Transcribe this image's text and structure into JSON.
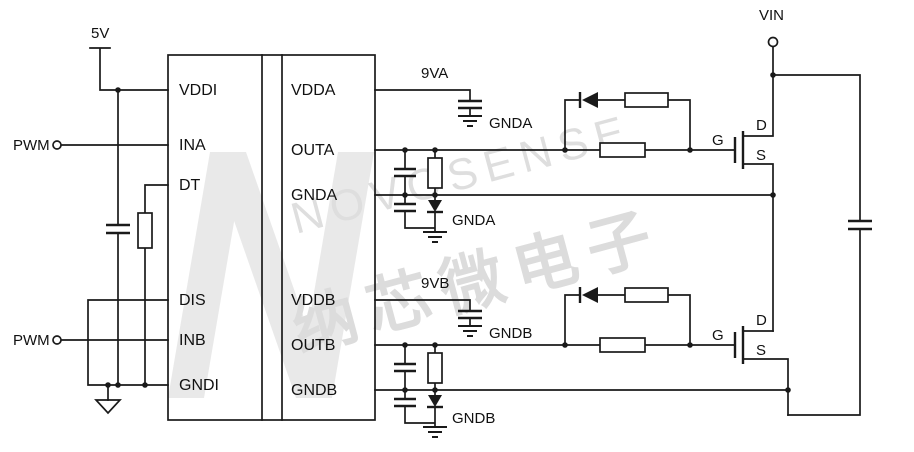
{
  "schematic": {
    "input_side": {
      "supply_label": "5V",
      "pwm_top_label": "PWM",
      "pwm_bottom_label": "PWM"
    },
    "ic": {
      "left_pins": [
        "VDDI",
        "INA",
        "DT",
        "DIS",
        "INB",
        "GNDI"
      ],
      "right_pins": [
        "VDDA",
        "OUTA",
        "GNDA",
        "VDDB",
        "OUTB",
        "GNDB"
      ]
    },
    "channel_a": {
      "rail_label": "9VA",
      "bypass_gnd_label": "GNDA",
      "local_gnd_label": "GNDA",
      "gate_label": "G",
      "drain_label": "D",
      "source_label": "S"
    },
    "channel_b": {
      "rail_label": "9VB",
      "bypass_gnd_label": "GNDB",
      "local_gnd_label": "GNDB",
      "gate_label": "G",
      "drain_label": "D",
      "source_label": "S"
    },
    "power": {
      "vin_label": "VIN"
    }
  },
  "watermark": {
    "brand_en": "NOVOSENSE",
    "brand_cn": "纳芯微电子"
  },
  "colors": {
    "line": "#1a1a1a",
    "watermark_gray": "#e0e0e0",
    "background": "#ffffff"
  }
}
